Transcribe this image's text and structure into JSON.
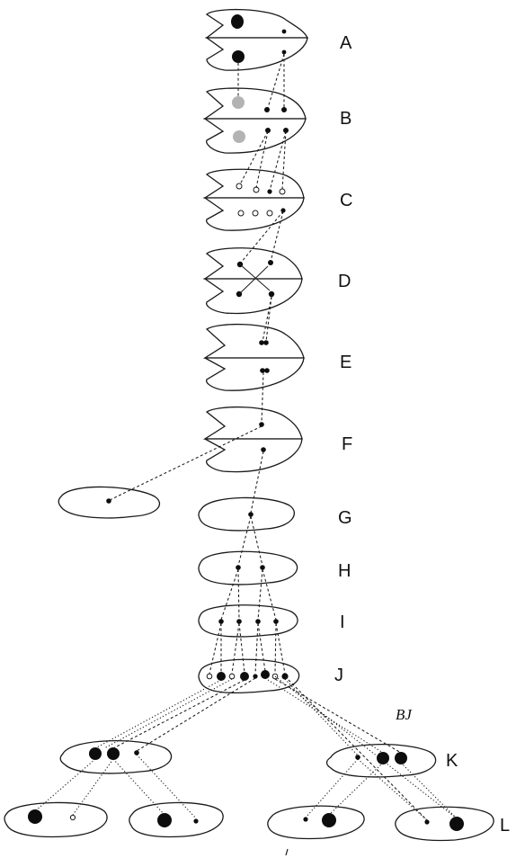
{
  "labels": {
    "a": "A",
    "b": "B",
    "c": "C",
    "d": "D",
    "e": "E",
    "f": "F",
    "g": "G",
    "h": "H",
    "i": "I",
    "j": "J",
    "k": "K",
    "l": "L"
  },
  "monogram": "BJ",
  "colors": {
    "ink": "#111111",
    "paper": "#ffffff"
  }
}
